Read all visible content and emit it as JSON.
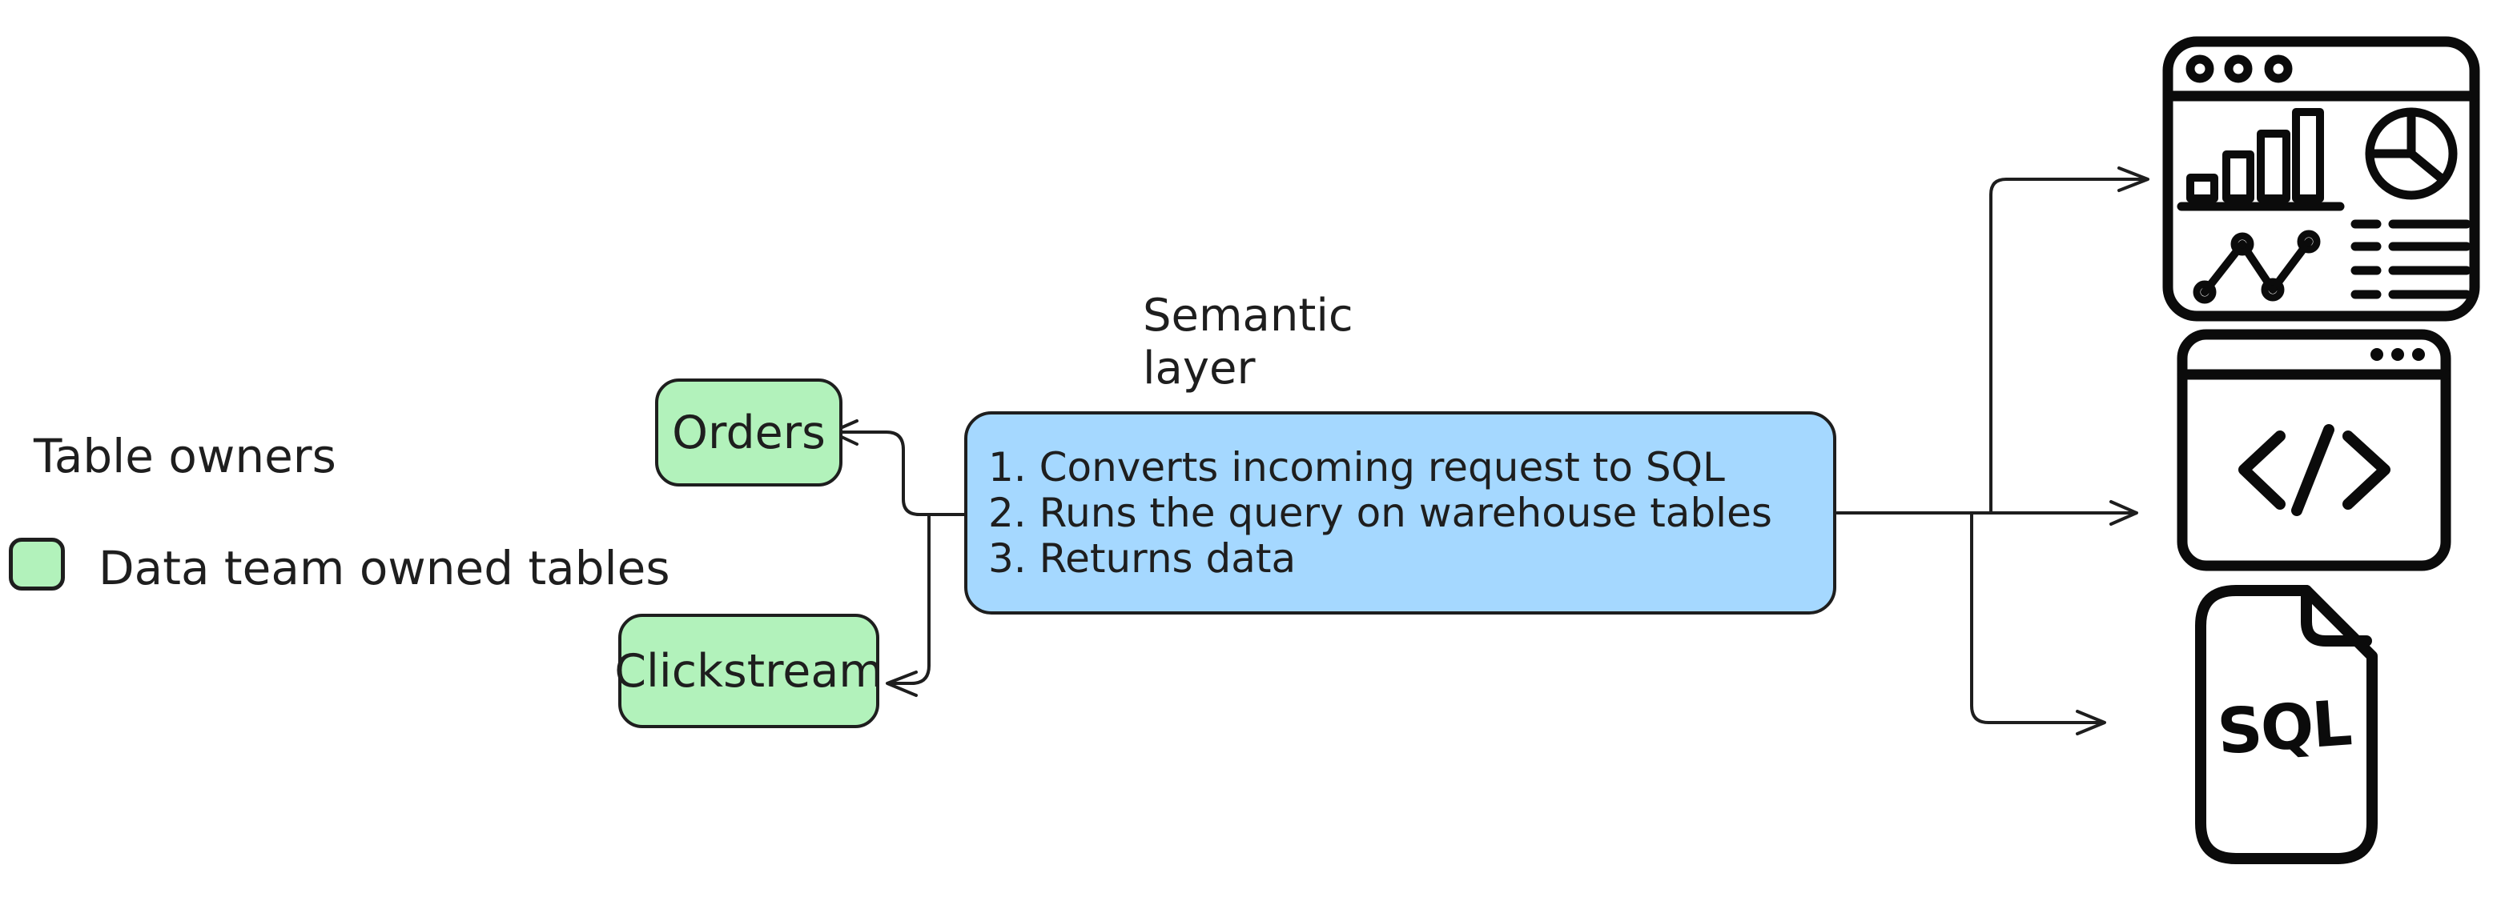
{
  "canvas": {
    "background": "#ffffff",
    "stroke_color": "#1e1e1e",
    "green_fill": "#b2f2bb",
    "blue_fill": "#a5d8ff",
    "icon_color": "#0b0b0b"
  },
  "legend": {
    "title": "Table owners",
    "swatch_icon": "green-rounded-square-swatch",
    "item_label": "Data team owned tables"
  },
  "tables": [
    {
      "label": "Orders"
    },
    {
      "label": "Clickstream"
    }
  ],
  "semantic_layer": {
    "label_lines": [
      "Semantic",
      "layer"
    ],
    "steps": [
      "1. Converts incoming request to SQL",
      "2. Runs the query on warehouse tables",
      "3. Returns data"
    ]
  },
  "outputs": [
    {
      "icon": "dashboard-icon"
    },
    {
      "icon": "code-browser-icon"
    },
    {
      "icon": "sql-file-icon",
      "label": "SQL"
    }
  ]
}
